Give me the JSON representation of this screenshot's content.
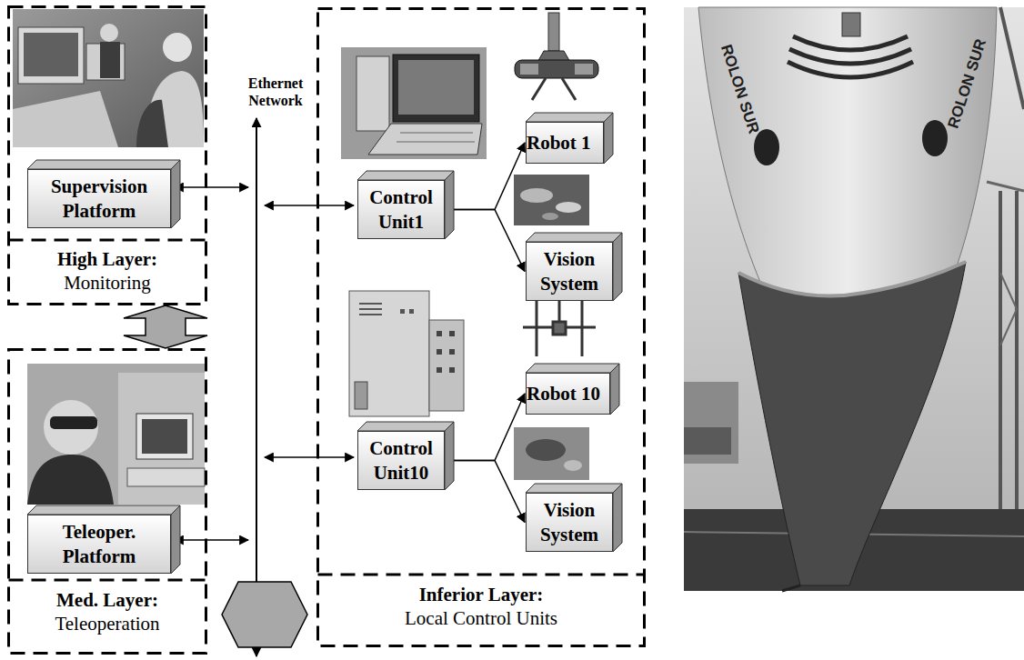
{
  "diagram": {
    "nodes": [
      {
        "text": [
          "High Layer:",
          "Monitoring"
        ]
      },
      {
        "text": [
          "Supervision Platform"
        ],
        "in": 0
      },
      {
        "text": [
          "Med. Layer:",
          "Teleoperation"
        ]
      },
      {
        "text": [
          "Teleoper. Platform"
        ],
        "in": 2
      },
      {
        "text": [
          "Inferior Layer:",
          "Local Control Units"
        ]
      },
      {
        "text": [
          "Control Unit1"
        ],
        "in": 4
      },
      {
        "text": [
          "Robot 1"
        ],
        "in": 4
      },
      {
        "text": [
          "Vision System"
        ],
        "in": 4
      },
      {
        "text": [
          "Control Unit10"
        ],
        "in": 4
      },
      {
        "text": [
          "Robot 10"
        ],
        "in": 4
      },
      {
        "text": [
          "Vision System"
        ],
        "in": 4
      }
    ],
    "edges": [
      {
        "from": 0,
        "to": 2,
        "arrow": "both"
      },
      {
        "from": 5,
        "to": 6,
        "arrow": "to"
      },
      {
        "from": 5,
        "to": 7,
        "arrow": "to"
      },
      {
        "from": 8,
        "to": 9,
        "arrow": "to"
      },
      {
        "from": 8,
        "to": 10,
        "arrow": "to"
      }
    ],
    "labels": [
      "Ethernet Network",
      "ROLON SUR",
      "ROLON SUR"
    ]
  }
}
